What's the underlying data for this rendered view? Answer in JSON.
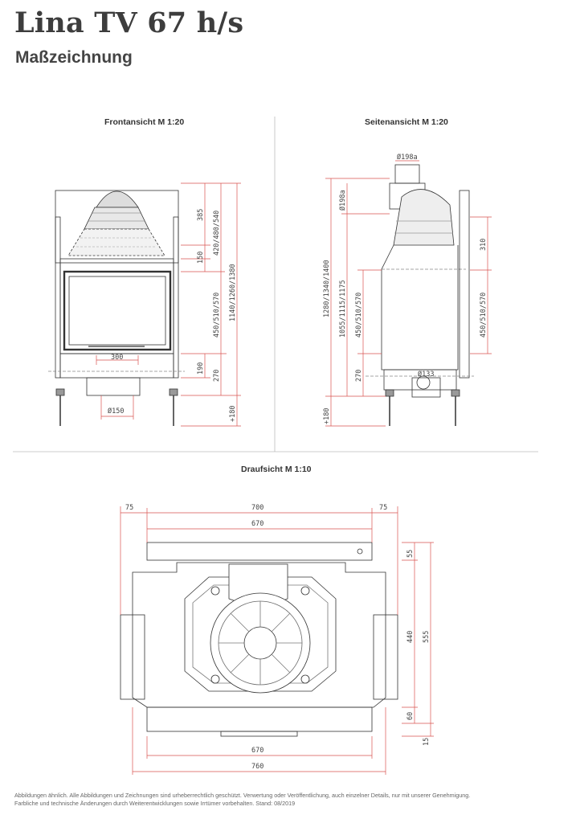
{
  "header": {
    "title": "Lina TV 67 h/s",
    "subtitle": "Maßzeichnung"
  },
  "views": {
    "front": {
      "title": "Frontansicht M 1:20",
      "dims": {
        "d385": "385",
        "d150": "150",
        "d420": "420/480/540",
        "d450": "450/510/570",
        "d1140": "1140/1260/1380",
        "d300": "300",
        "d190": "190",
        "d270": "270",
        "d180": "+180",
        "d150dia": "Ø150"
      }
    },
    "side": {
      "title": "Seitenansicht M 1:20",
      "dims": {
        "d198top": "Ø198a",
        "d198side": "Ø198a",
        "d1280": "1280/1340/1400",
        "d1055": "1055/1115/1175",
        "d450b": "450/510/570",
        "d270": "270",
        "d180": "+180",
        "d310": "310",
        "d450r": "450/510/570",
        "d133": "Ø133"
      }
    },
    "top": {
      "title": "Draufsicht M 1:10",
      "dims": {
        "d75l": "75",
        "d700": "700",
        "d75r": "75",
        "d670t": "670",
        "d55": "55",
        "d440": "440",
        "d555": "555",
        "d60": "60",
        "d15": "15",
        "d670b": "670",
        "d760": "760"
      }
    }
  },
  "footer": {
    "line1": "Abbildungen ähnlich. Alle Abbildungen und Zeichnungen sind urheberrechtlich geschützt. Verwertung oder Veröffentlichung, auch einzelner Details, nur mit unserer Genehmigung.",
    "line2": "Farbliche und technische Änderungen durch Weiterentwicklungen sowie Irrtümer vorbehalten. Stand: 08/2019"
  }
}
